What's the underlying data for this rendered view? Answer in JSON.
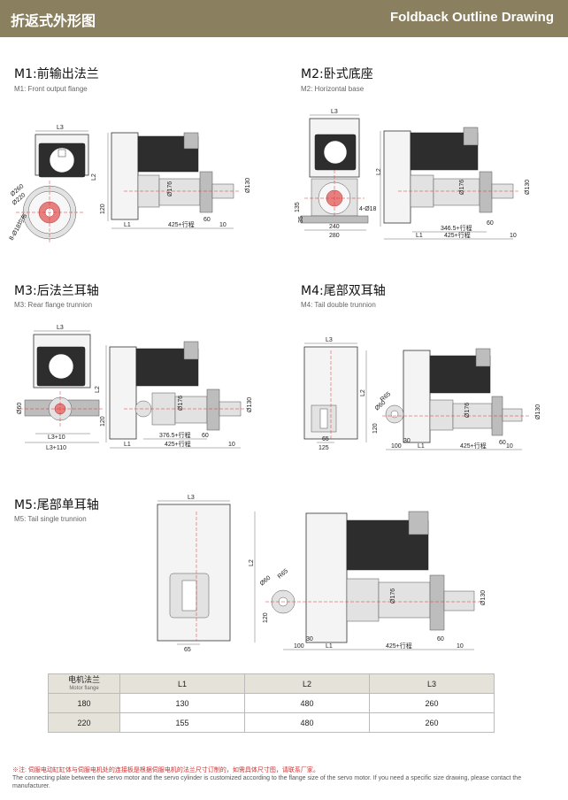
{
  "header": {
    "title_cn": "折返式外形图",
    "title_en": "Foldback Outline Drawing",
    "bg_color": "#8a7f5e"
  },
  "sections": {
    "m1": {
      "title": "M1:前输出法兰",
      "subtitle": "M1: Front output flange",
      "labels": {
        "l3": "L3",
        "l2": "L2",
        "l1": "L1",
        "d260": "Ø260",
        "d220": "Ø220",
        "d18": "8-Ø18均布",
        "h120": "120",
        "stroke": "425+行程",
        "d176": "Ø176",
        "d130": "Ø130",
        "w60": "60",
        "w10": "10"
      }
    },
    "m2": {
      "title": "M2:卧式底座",
      "subtitle": "M2: Horizontal base",
      "labels": {
        "l3": "L3",
        "l2": "L2",
        "l1": "L1",
        "h135": "135",
        "h35": "35",
        "holes": "4-Ø18",
        "w240": "240",
        "w280": "280",
        "s1": "346.5+行程",
        "stroke": "425+行程",
        "d176": "Ø176",
        "d130": "Ø130",
        "w60": "60",
        "w10": "10"
      }
    },
    "m3": {
      "title": "M3:后法兰耳轴",
      "subtitle": "M3: Rear flange trunnion",
      "labels": {
        "l3": "L3",
        "l2": "L2",
        "l1": "L1",
        "d60": "Ø60",
        "l3p10": "L3+10",
        "l3p110": "L3+110",
        "h120": "120",
        "s1": "376.5+行程",
        "stroke": "425+行程",
        "d176": "Ø176",
        "d130": "Ø130",
        "w60": "60",
        "w10": "10"
      }
    },
    "m4": {
      "title": "M4:尾部双耳轴",
      "subtitle": "M4: Tail double trunnion",
      "labels": {
        "l3": "L3",
        "l2": "L2",
        "l1": "L1",
        "w65": "65",
        "w125": "125",
        "r65": "R65",
        "d60": "Ø60",
        "h120": "120",
        "w30": "30",
        "w100": "100",
        "stroke": "425+行程",
        "d176": "Ø176",
        "d130": "Ø130",
        "w60": "60",
        "w10": "10"
      }
    },
    "m5": {
      "title": "M5:尾部单耳轴",
      "subtitle": "M5: Tail single trunnion",
      "labels": {
        "l3": "L3",
        "l2": "L2",
        "l1": "L1",
        "w65": "65",
        "r65": "R65",
        "d60": "Ø60",
        "h120": "120",
        "w30": "30",
        "w100": "100",
        "stroke": "425+行程",
        "d176": "Ø176",
        "d130": "Ø130",
        "w60": "60",
        "w10": "10"
      }
    }
  },
  "table": {
    "header_cn": "电机法兰",
    "header_en": "Motor flange",
    "columns": [
      "L1",
      "L2",
      "L3"
    ],
    "rows": [
      {
        "flange": "180",
        "l1": "130",
        "l2": "480",
        "l3": "260"
      },
      {
        "flange": "220",
        "l1": "155",
        "l2": "480",
        "l3": "260"
      }
    ]
  },
  "note": {
    "cn": "※注: 伺服电动缸缸体与伺服电机处的连接板是根据伺服电机的法兰尺寸订制的，如需具体尺寸图，请联系厂家。",
    "en": "The connecting plate between the servo motor and the servo cylinder is customized according to the flange size of the servo motor. If you need a specific size drawing, please contact the manufacturer."
  }
}
